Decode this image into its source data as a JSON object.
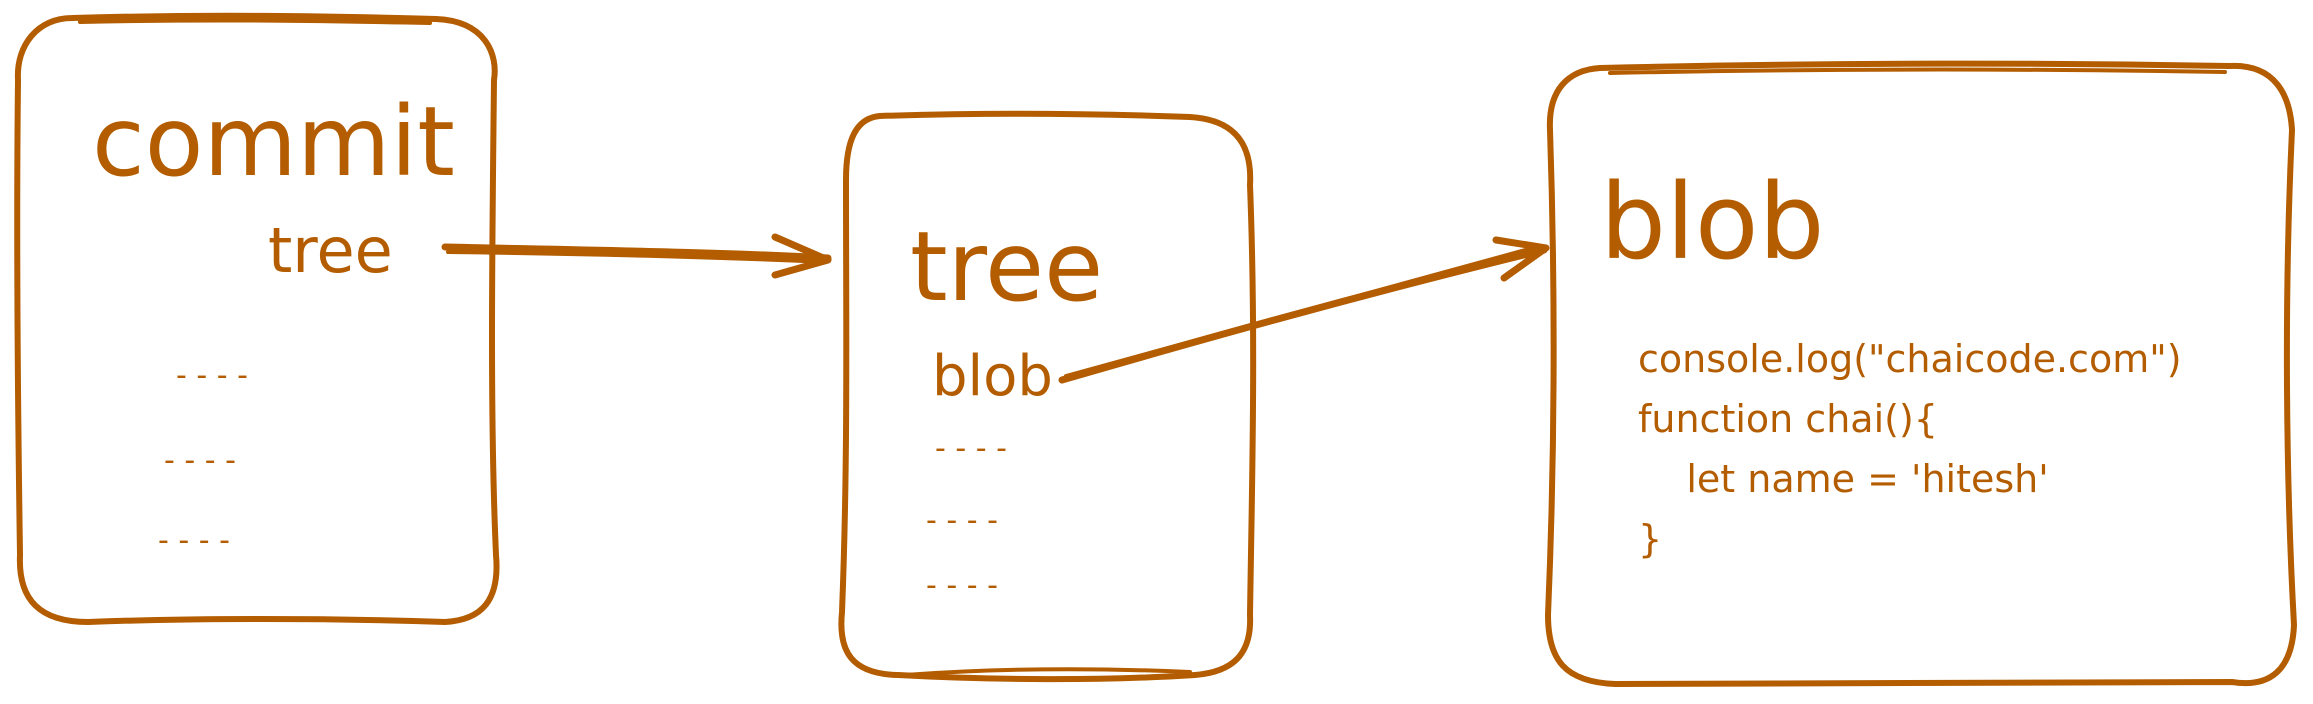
{
  "commit": {
    "title": "commit",
    "field": "tree",
    "placeholders": [
      "- - - -",
      "- - - -",
      "- - - -"
    ]
  },
  "tree": {
    "title": "tree",
    "field": "blob",
    "placeholders": [
      "- - - -",
      "- - - -",
      "- - - -"
    ]
  },
  "blob": {
    "title": "blob",
    "code": [
      "console.log(\"chaicode.com\")",
      "function chai(){",
      "    let name = 'hitesh'",
      "}"
    ]
  },
  "colors": {
    "stroke": "#b35c00",
    "background": "#ffffff"
  }
}
